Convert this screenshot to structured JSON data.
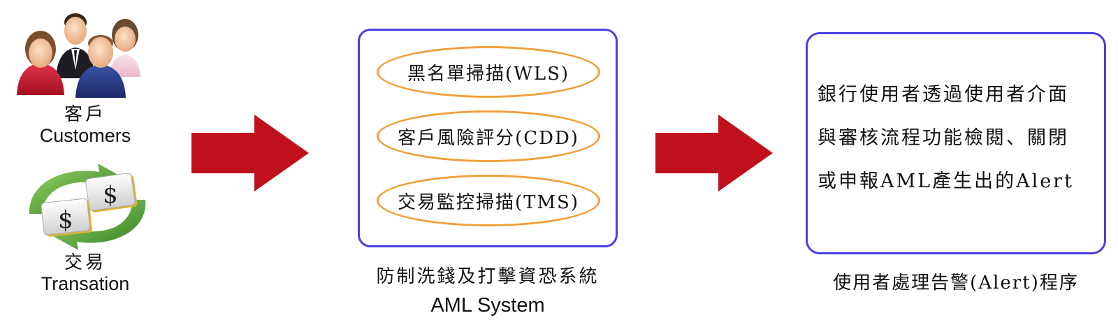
{
  "customers": {
    "label_zh": "客戶",
    "label_en": "Customers",
    "icon": "people-group-icon"
  },
  "transaction": {
    "label_zh": "交易",
    "label_en": "Transation",
    "icon": "dollar-exchange-icon",
    "symbol": "$"
  },
  "aml_system": {
    "items": [
      "黑名單掃描(WLS)",
      "客戶風險評分(CDD)",
      "交易監控掃描(TMS)"
    ],
    "caption_zh": "防制洗錢及打擊資恐系統",
    "caption_en": "AML System"
  },
  "user_process": {
    "lines": [
      "銀行使用者透過使用者介面",
      "與審核流程功能檢閱、關閉",
      "或申報AML產生出的Alert"
    ],
    "caption": "使用者處理告警(Alert)程序"
  },
  "colors": {
    "arrow": "#c0101e",
    "box_border": "#4a3fe3",
    "oval_border": "#f0a038",
    "exchange_green": "#3f9a2e"
  }
}
